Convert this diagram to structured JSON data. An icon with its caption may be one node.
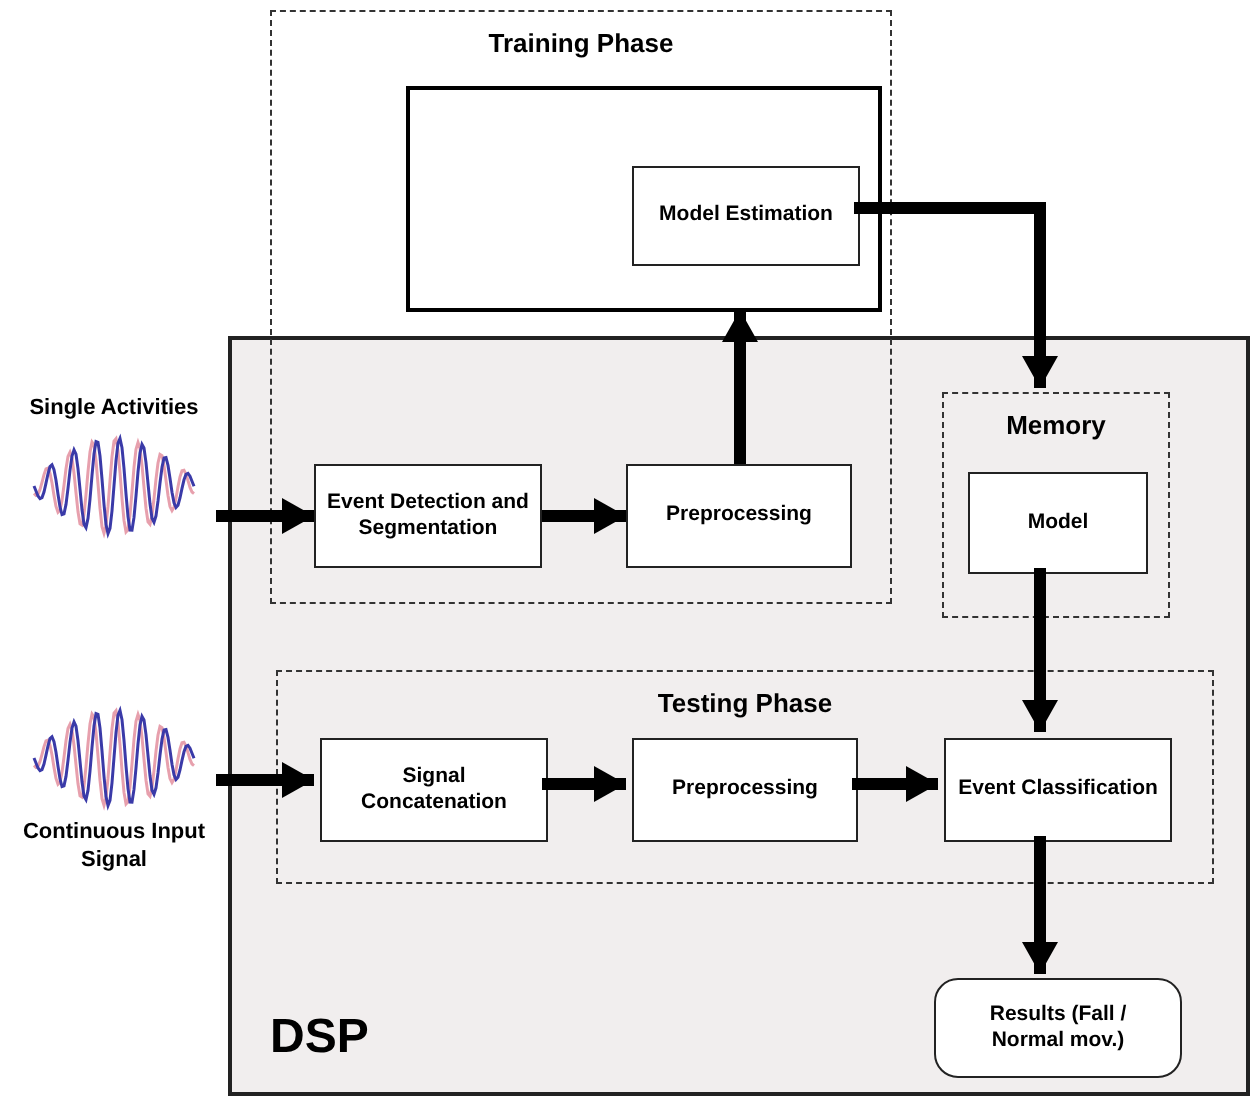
{
  "diagram": {
    "nodes": [
      {
        "text": [
          "Training Phase"
        ]
      },
      {
        "text": [],
        "shape": "box",
        "in": 0
      },
      {
        "text": [
          "Model Estimation"
        ],
        "in": 1
      },
      {
        "text": [
          "DSP"
        ]
      },
      {
        "text": [
          "Single Activities"
        ]
      },
      {
        "text": [
          "Event Detection and Segmentation"
        ]
      },
      {
        "text": [
          "Preprocessing"
        ]
      },
      {
        "text": [
          "Memory"
        ],
        "in": 3
      },
      {
        "text": [
          "Model"
        ],
        "in": 7
      },
      {
        "text": [
          "Testing Phase"
        ],
        "in": 3
      },
      {
        "text": [
          "Signal Concatenation"
        ],
        "in": 9
      },
      {
        "text": [
          "Preprocessing"
        ],
        "in": 9
      },
      {
        "text": [
          "Event Classification"
        ],
        "in": 9
      },
      {
        "text": [
          "Continuous Input Signal"
        ]
      },
      {
        "text": [
          "Results (Fall / Normal mov.)"
        ],
        "in": 3
      }
    ],
    "edges": [
      {
        "from": 4,
        "to": 5,
        "arrow": "to"
      },
      {
        "from": 5,
        "to": 6,
        "arrow": "to"
      },
      {
        "from": 6,
        "to": 1,
        "arrow": "to"
      },
      {
        "from": 2,
        "to": 7,
        "arrow": "to"
      },
      {
        "from": 8,
        "to": 12,
        "arrow": "to"
      },
      {
        "from": 13,
        "to": 10,
        "arrow": "to"
      },
      {
        "from": 10,
        "to": 11,
        "arrow": "to"
      },
      {
        "from": 11,
        "to": 12,
        "arrow": "to"
      },
      {
        "from": 12,
        "to": 14,
        "arrow": "to"
      }
    ]
  }
}
